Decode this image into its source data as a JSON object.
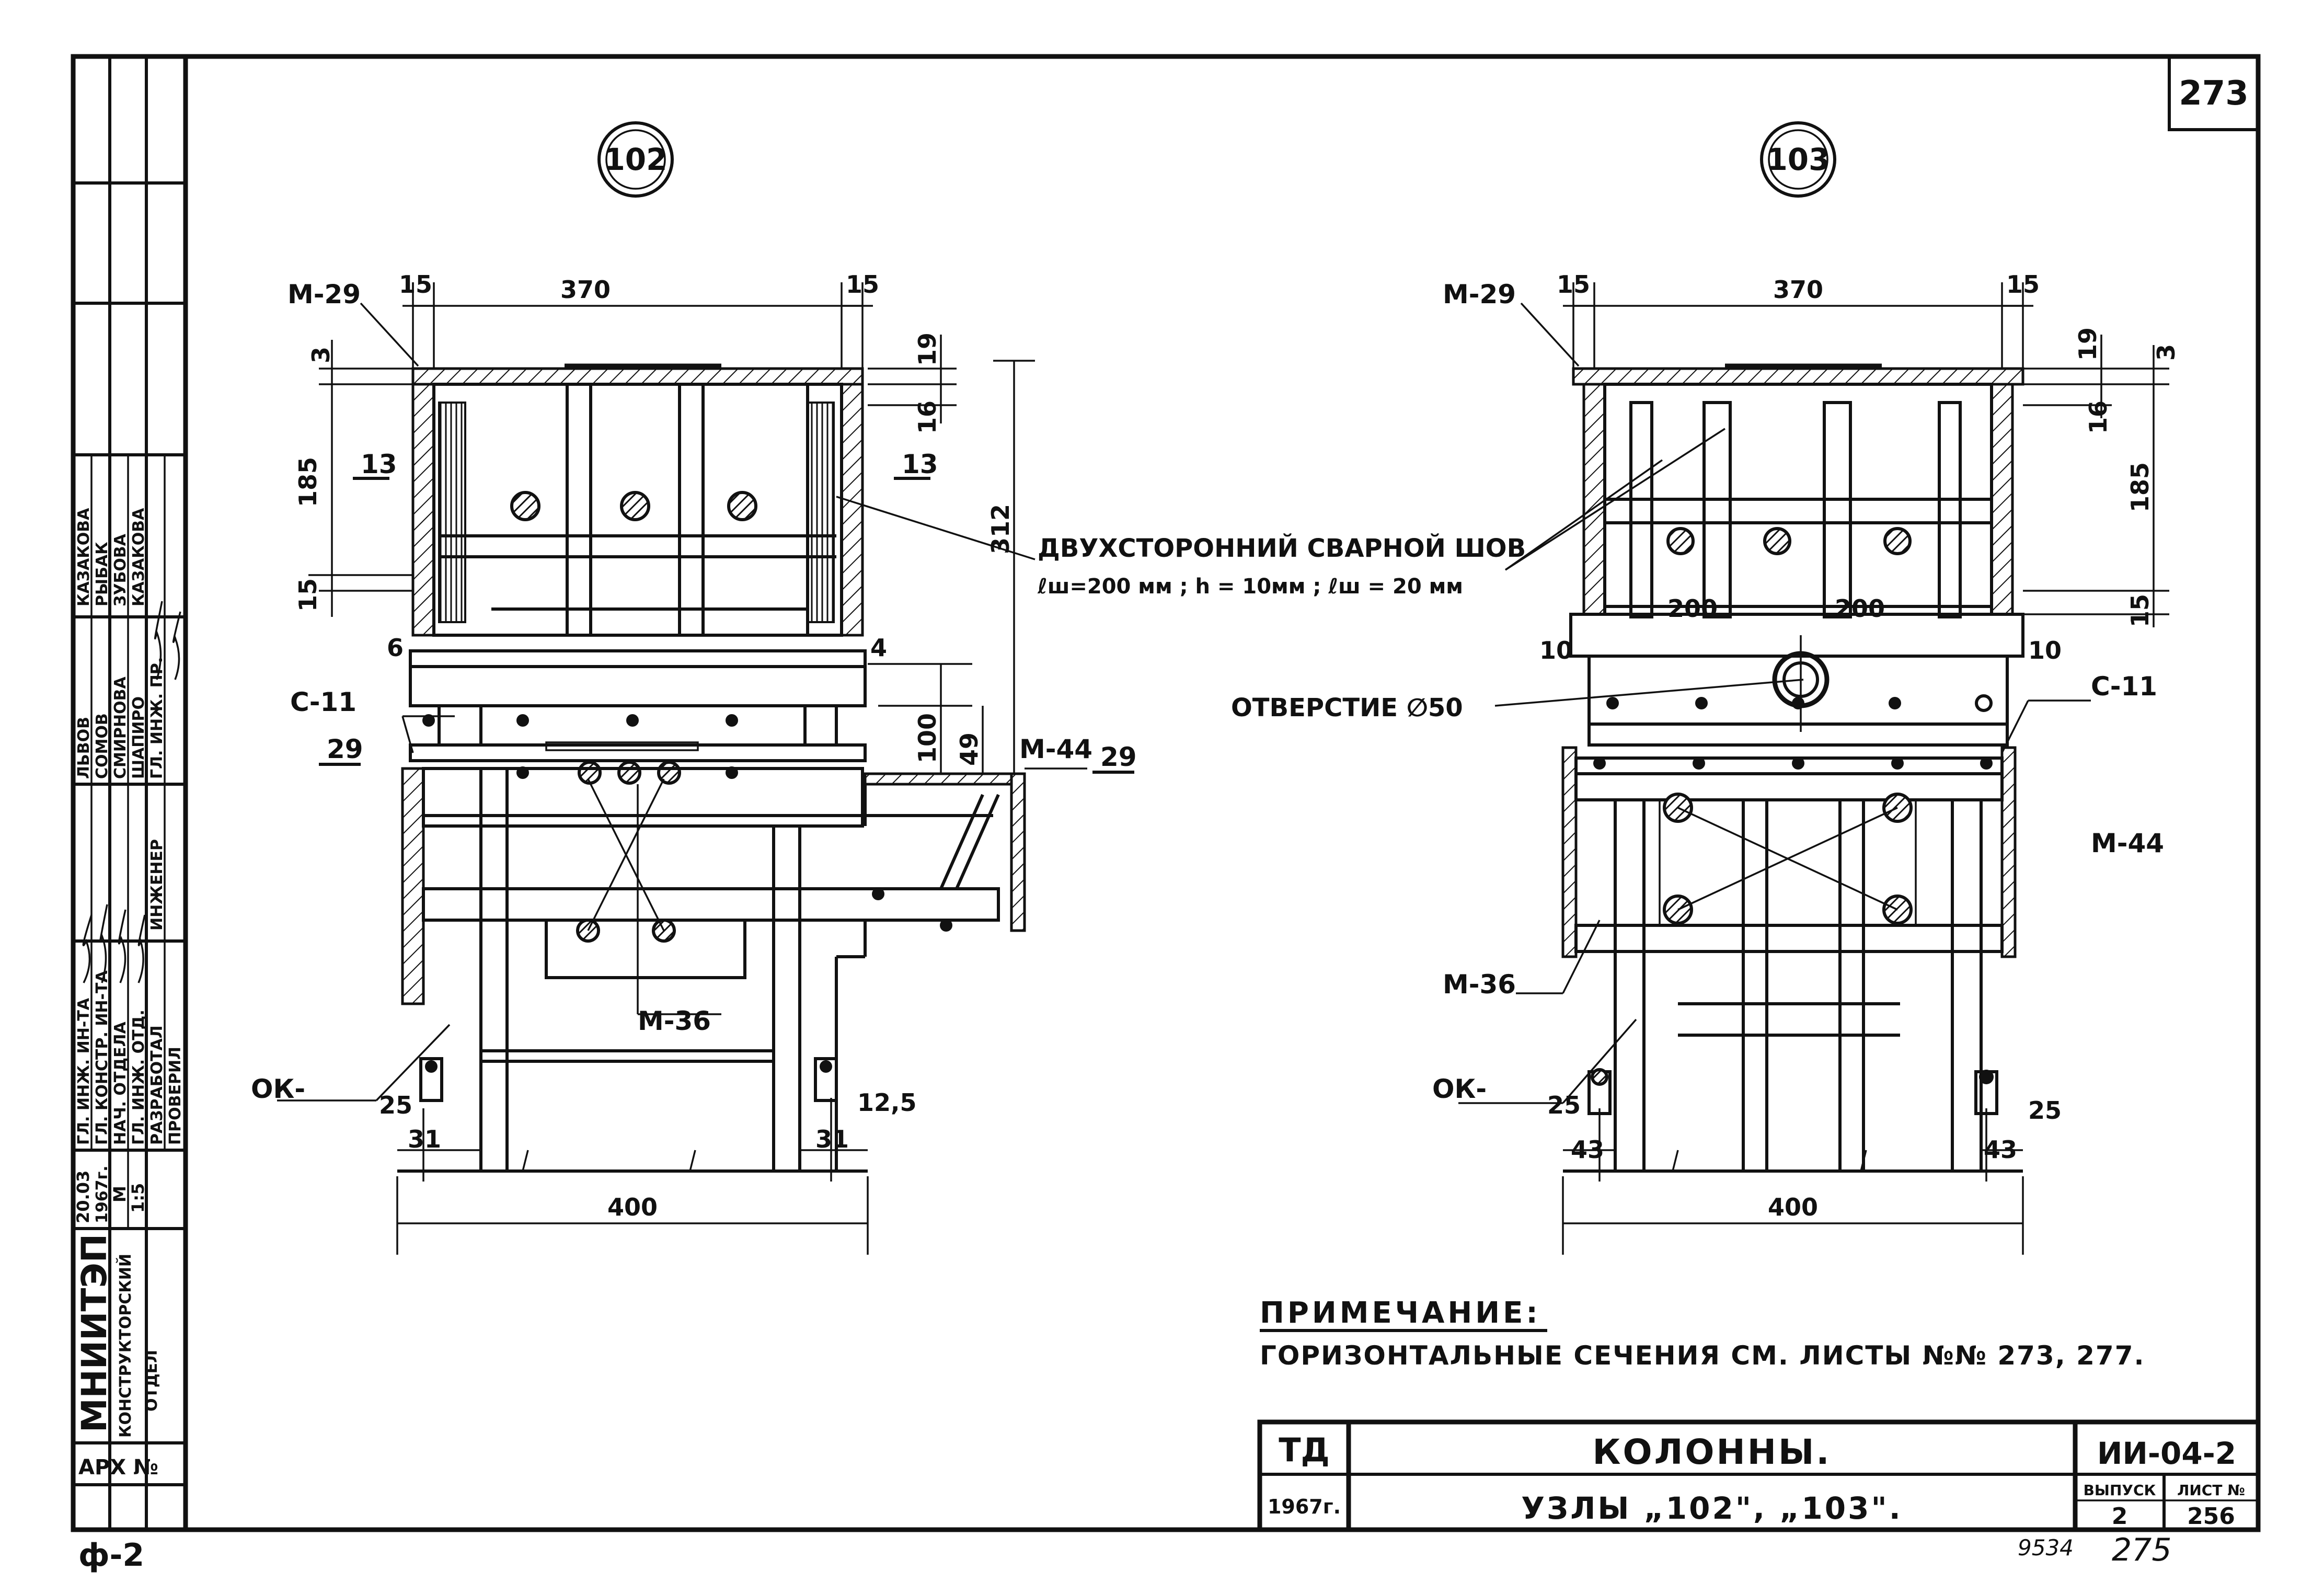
{
  "sheet": {
    "page_number": "273",
    "bottom_left_mark": "ф-2",
    "bottom_archive_code": "9534",
    "bottom_page_number": "275"
  },
  "side_stamp": {
    "institute": "МНИИТЭП",
    "department_line1": "КОНСТРУКТОРСКИЙ",
    "department_line2": "ОТДЕЛ",
    "archive_label": "АРХ №",
    "date": "20.03",
    "year": "1967г.",
    "scale_label": "М",
    "scale": "1:5",
    "roles": [
      {
        "role": "ГЛ. ИНЖ. ИН-ТА",
        "name": "ЛЬВОВ"
      },
      {
        "role": "ГЛ. КОНСТР. ИН-ТА",
        "name": "СОМОВ"
      },
      {
        "role": "НАЧ. ОТДЕЛА",
        "name": "СМИРНОВА"
      },
      {
        "role": "ГЛ. ИНЖ. ОТД.",
        "name": "ШАПИРО"
      },
      {
        "role": "ГЛ. ИНЖ. ПР.",
        "name": "КАЗАКОВА"
      },
      {
        "role": "ИНЖЕНЕР",
        "name": "РЫБАК"
      },
      {
        "role": "РАЗРАБОТАЛ",
        "name": "ЗУБОВА"
      },
      {
        "role": "ПРОВЕРИЛ",
        "name": "КАЗАКОВА"
      }
    ]
  },
  "node_102": {
    "id": "102",
    "width_top": "370",
    "edge_left": "15",
    "edge_right": "15",
    "dim_3": "3",
    "dim_19": "19",
    "dim_16": "16",
    "dim_185": "185",
    "dim_15": "15",
    "dim_312": "312",
    "dim_100": "100",
    "dim_49": "49",
    "dim_6": "6",
    "dim_4": "4",
    "dim_13_left": "13",
    "dim_13_right": "13",
    "dim_29_left": "29",
    "dim_29_right": "29",
    "dim_25": "25",
    "dim_12_5": "12,5",
    "dim_31_left": "31",
    "dim_31_right": "31",
    "width_bottom": "400",
    "label_m29": "М-29",
    "label_c11": "С-11",
    "label_m44": "М-44",
    "label_m36": "М-36",
    "label_ok": "ОК-"
  },
  "node_103": {
    "id": "103",
    "width_top": "370",
    "edge_left": "15",
    "edge_right": "15",
    "dim_3": "3",
    "dim_19": "19",
    "dim_16": "16",
    "dim_185": "185",
    "dim_15": "15",
    "dim_200_left": "200",
    "dim_200_right": "200",
    "dim_10_left": "10",
    "dim_10_right": "10",
    "dim_25_left": "25",
    "dim_25_right": "25",
    "dim_43_left": "43",
    "dim_43_right": "43",
    "width_bottom": "400",
    "label_m29": "М-29",
    "label_c11": "С-11",
    "label_m44": "М-44",
    "label_m36": "М-36",
    "label_ok": "ОК-"
  },
  "weld_callout": {
    "line1": "ДВУХСТОРОННИЙ СВАРНОЙ ШОВ",
    "line2": "ℓш=200 мм ; h = 10мм ; ℓш = 20 мм"
  },
  "hole_callout": "ОТВЕРСТИЕ ∅50",
  "note": {
    "title": "ПРИМЕЧАНИЕ:",
    "text": "ГОРИЗОНТАЛЬНЫЕ СЕЧЕНИЯ СМ. ЛИСТЫ №№ 273, 277."
  },
  "title_block": {
    "org": "ТД",
    "year": "1967г.",
    "title": "КОЛОННЫ.",
    "subtitle": "УЗЛЫ „102\", „103\".",
    "series": "ИИ-04-2",
    "issue_label": "ВЫПУСК",
    "issue": "2",
    "sheet_label": "ЛИСТ №",
    "sheet": "256"
  }
}
